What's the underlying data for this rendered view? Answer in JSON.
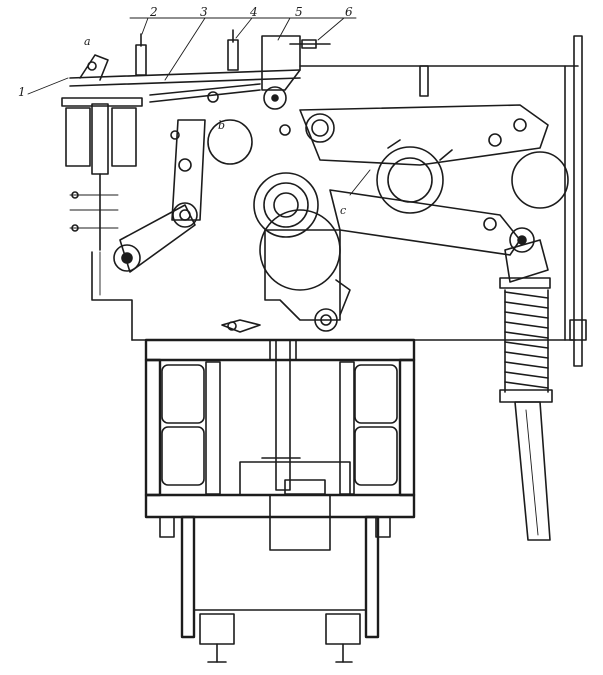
{
  "callouts": [
    {
      "id": "1",
      "label": "1"
    },
    {
      "id": "2",
      "label": "2"
    },
    {
      "id": "3",
      "label": "3"
    },
    {
      "id": "4",
      "label": "4"
    },
    {
      "id": "5",
      "label": "5"
    },
    {
      "id": "6",
      "label": "6"
    }
  ],
  "inline_marks": {
    "a": "a",
    "b": "b",
    "c": "c"
  }
}
